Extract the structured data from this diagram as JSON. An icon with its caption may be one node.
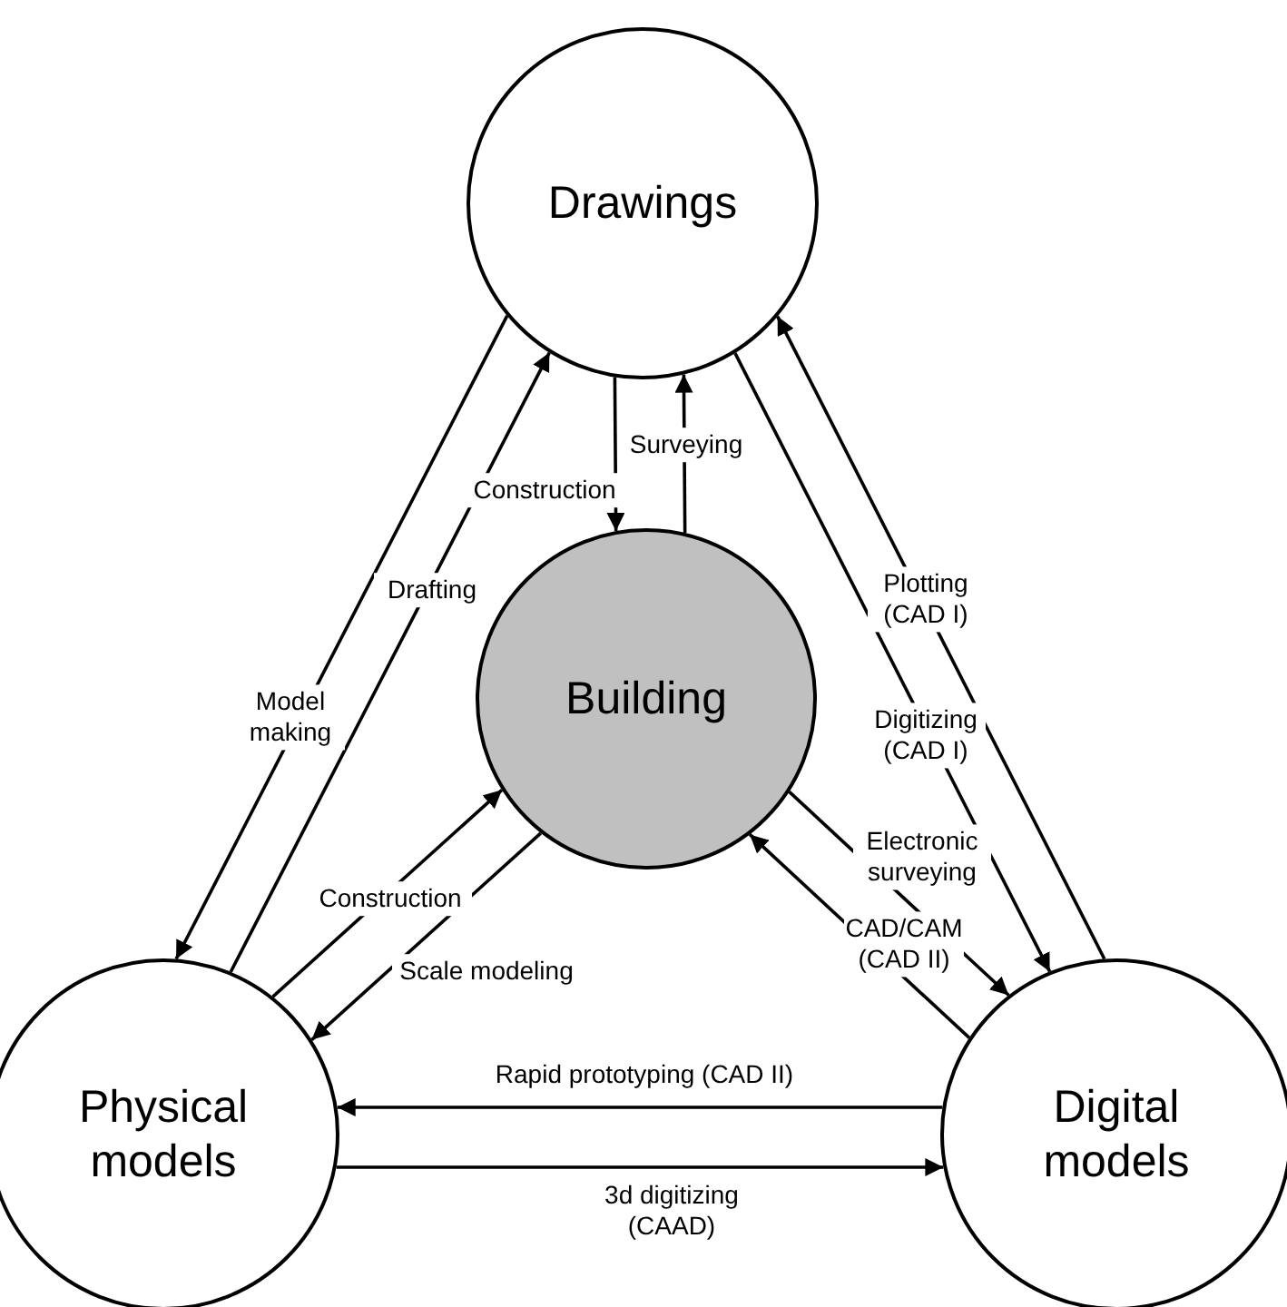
{
  "diagram": {
    "nodes": [
      {
        "text": [
          "Drawings"
        ]
      },
      {
        "text": [
          "Building"
        ]
      },
      {
        "text": [
          "Physical models"
        ]
      },
      {
        "text": [
          "Digital models"
        ]
      }
    ],
    "edges": [
      {
        "from": 0,
        "to": 1,
        "arrow": "to",
        "label": "Construction"
      },
      {
        "from": 1,
        "to": 0,
        "arrow": "to",
        "label": "Surveying"
      },
      {
        "from": 0,
        "to": 2,
        "arrow": "to",
        "label": "Model making"
      },
      {
        "from": 2,
        "to": 0,
        "arrow": "to",
        "label": "Drafting"
      },
      {
        "from": 2,
        "to": 1,
        "arrow": "to",
        "label": "Construction"
      },
      {
        "from": 1,
        "to": 2,
        "arrow": "to",
        "label": "Scale modeling"
      },
      {
        "from": 0,
        "to": 3,
        "arrow": "to",
        "label": "Digitizing (CAD I)"
      },
      {
        "from": 3,
        "to": 0,
        "arrow": "to",
        "label": "Plotting (CAD I)"
      },
      {
        "from": 1,
        "to": 3,
        "arrow": "to",
        "label": "Electronic surveying"
      },
      {
        "from": 3,
        "to": 1,
        "arrow": "to",
        "label": "CAD/CAM (CAD II)"
      },
      {
        "from": 3,
        "to": 2,
        "arrow": "to",
        "label": "Rapid prototyping (CAD II)"
      },
      {
        "from": 2,
        "to": 3,
        "arrow": "to",
        "label": "3d digitizing (CAAD)"
      }
    ]
  }
}
